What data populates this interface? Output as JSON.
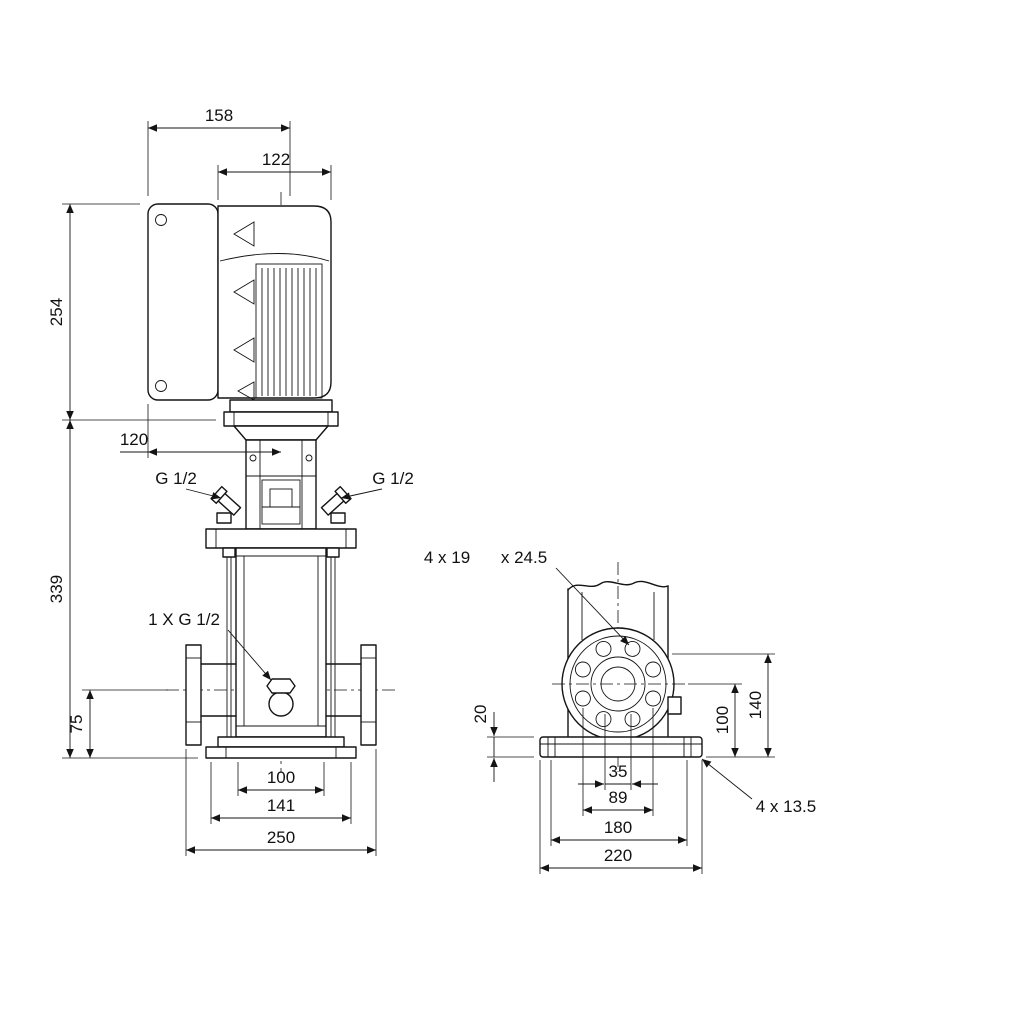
{
  "front": {
    "dim_overall_width": "158",
    "dim_motor_width": "122",
    "dim_motor_height": "254",
    "dim_box_depth": "120",
    "port_left": "G 1/2",
    "port_right": "G 1/2",
    "dim_pump_height": "339",
    "drain_port": "1 X G 1/2",
    "dim_port_height": "75",
    "dim_span_100": "100",
    "dim_span_141": "141",
    "dim_base_width": "250"
  },
  "side": {
    "flange_holes_a": "4 x 19",
    "flange_holes_b": "x 24.5",
    "dim_center_height": "100",
    "dim_flange_height": "140",
    "dim_base_thickness": "20",
    "dim_port_bore": "35",
    "dim_hole_span": "89",
    "dim_base_hole_span": "180",
    "dim_base_length": "220",
    "base_hole_callout": "4 x 13.5"
  }
}
